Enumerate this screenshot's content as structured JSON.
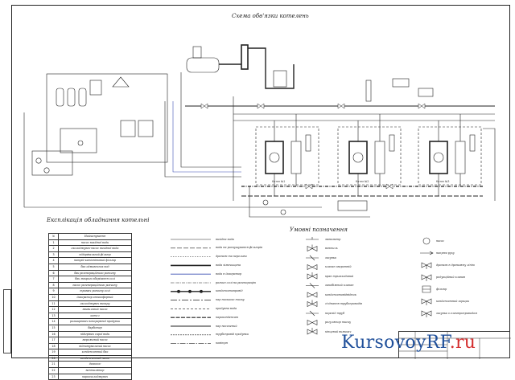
{
  "diagram": {
    "title": "Схема обв'язки котелень",
    "spec_title": "Експлікація обладнання котельні",
    "legend_title": "Умовні позначення"
  },
  "boilers": [
    {
      "label": "Котел №1"
    },
    {
      "label": "Котел №2"
    },
    {
      "label": "Котел №3"
    }
  ],
  "spec_table": {
    "header": [
      "№",
      "Найменування"
    ],
    "rows": [
      [
        "1",
        "насос вихідної води"
      ],
      [
        "2",
        "охолоджувач-насос вихідної води"
      ],
      [
        "3",
        "підігрівальний фільтр"
      ],
      [
        "4",
        "натрій-катіонітовий фільтр"
      ],
      [
        "5",
        "бак одмивочних вод"
      ],
      [
        "6",
        "бак регенераційного розчину"
      ],
      [
        "7",
        "бак мокрого зберігання солі"
      ],
      [
        "8",
        "насос регенераційного розчину"
      ],
      [
        "9",
        "тримач розчину солі"
      ],
      [
        "10",
        "деаератор атмосферний"
      ],
      [
        "11",
        "охолоджувач випару"
      ],
      [
        "12",
        "живильний насос"
      ],
      [
        "13",
        "котел"
      ],
      [
        "14",
        "розширювач неперервної продувки"
      ],
      [
        "15",
        "барботер"
      ],
      [
        "16",
        "підігрівач сирої води"
      ],
      [
        "17",
        "мережевий насос"
      ],
      [
        "18",
        "підпитувальний насос"
      ],
      [
        "19",
        "конденсатний бак"
      ],
      [
        "20",
        "конденсатний насос"
      ],
      [
        "21",
        "димосос"
      ],
      [
        "22",
        "вентилятор"
      ],
      [
        "23",
        "пароохолоджувач"
      ]
    ]
  },
  "legend_col1": [
    "вихідна вода",
    "вода на розпушування фільтрів",
    "дренаж та переливи",
    "вода хімочищена",
    "вода в деаератор",
    "розчин солі на регенерацію",
    "конденсатопровід",
    "пар низького тиску",
    "продувна вода",
    "пароконденсат",
    "пар насичений",
    "трубопровід продувки",
    "повітря"
  ],
  "legend_col2": [
    "манометр",
    "вентиль",
    "засувка",
    "клапан зворотній",
    "кран трьохходовий",
    "запобіжний клапан",
    "конденсатовідвідник",
    "з'єднання трубопроводів",
    "перехід труб",
    "регулятор тиску",
    "кінцевий вимикач"
  ],
  "legend_col3": [
    "насос",
    "напрям руху",
    "дренаж в дренажну лінію",
    "редукційний клапан",
    "фільтр",
    "конденсатний горщик",
    "засувка з електроприводом"
  ],
  "watermark": {
    "main": "KursovoyRF",
    "accent": ".ru"
  }
}
